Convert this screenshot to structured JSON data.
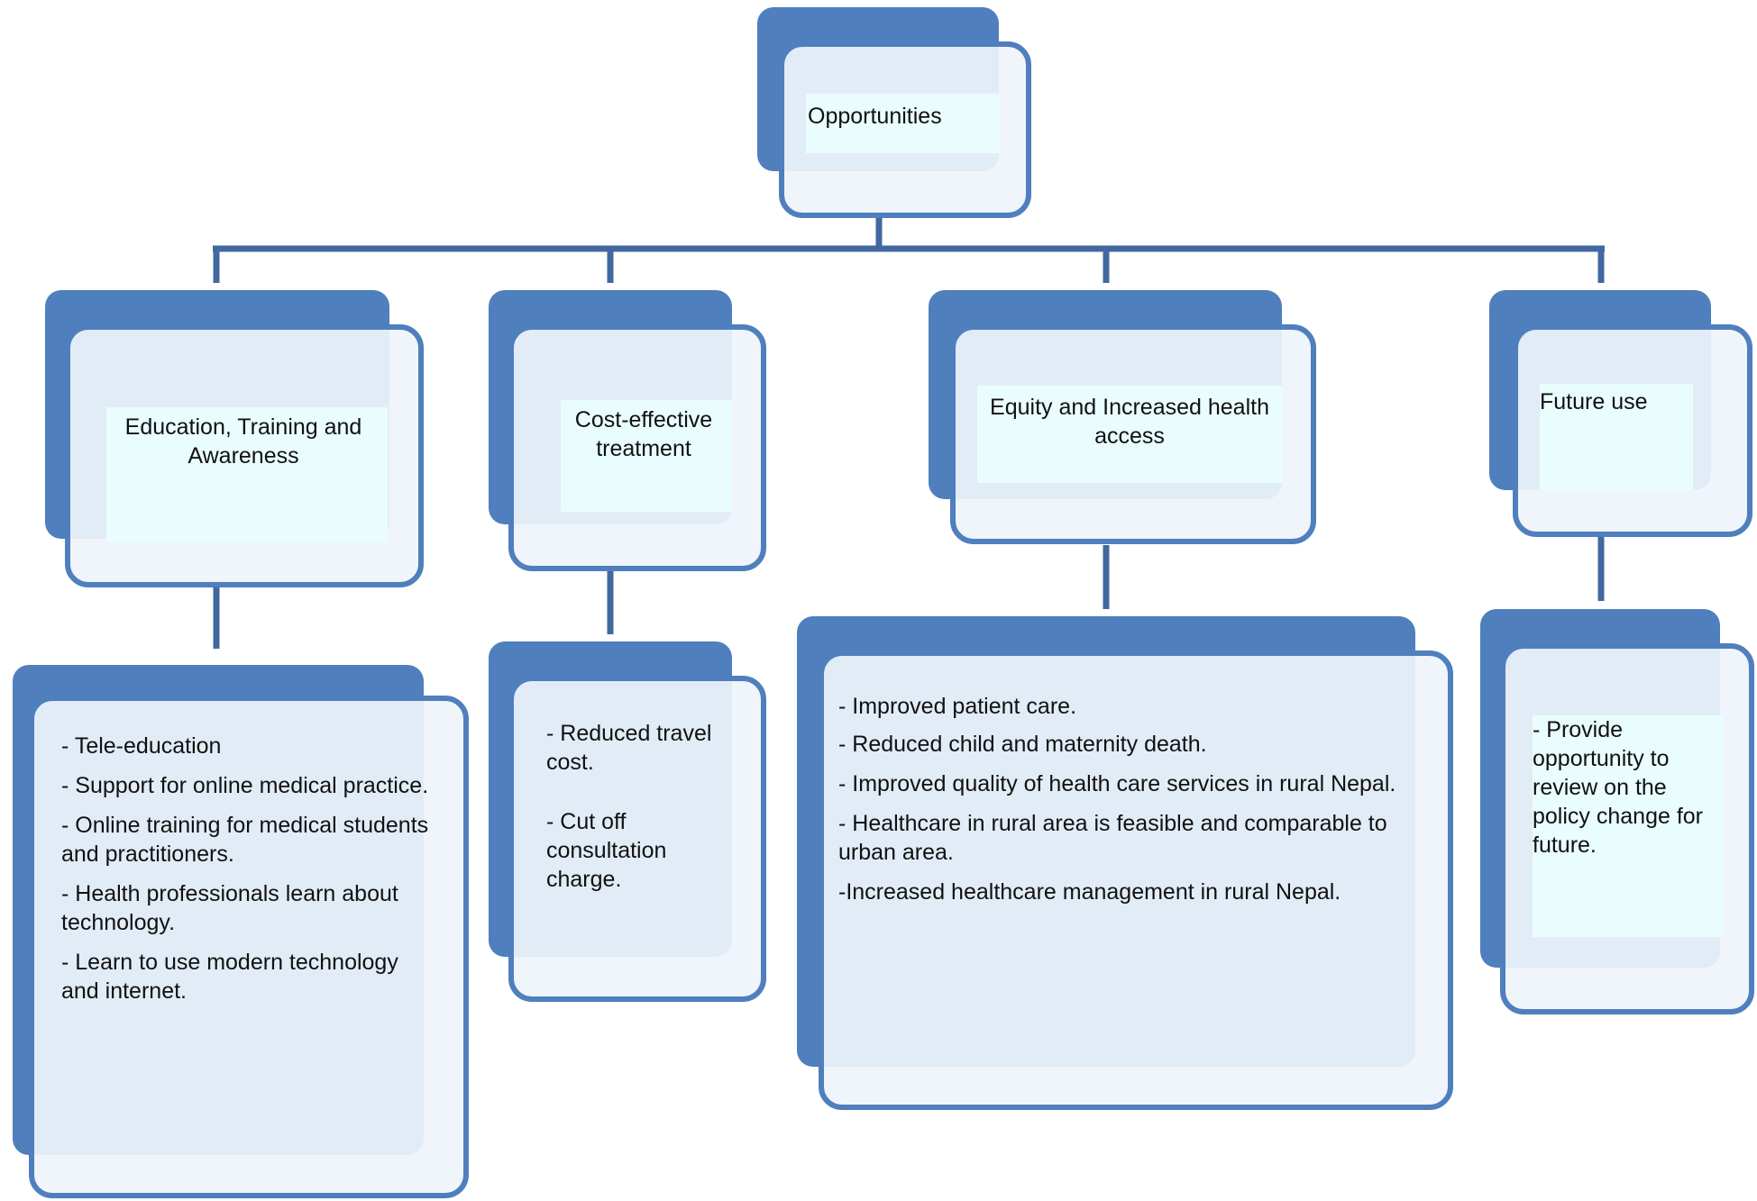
{
  "root": {
    "label": "Opportunities"
  },
  "categories": [
    {
      "label": "Education, Training and Awareness",
      "items": [
        "- Tele-education",
        "- Support for online medical practice.",
        "-  Online training for medical students and practitioners.",
        "- Health professionals learn about technology.",
        "- Learn to use modern technology and internet."
      ]
    },
    {
      "label": "Cost-effective treatment",
      "items": [
        "- Reduced travel cost.",
        "- Cut off consultation charge."
      ]
    },
    {
      "label": "Equity and Increased health access",
      "items": [
        "- Improved patient care.",
        "- Reduced child and maternity death.",
        "-  Improved quality of health care  services in rural Nepal.",
        "- Healthcare in rural area is feasible and comparable to urban area.",
        "-Increased healthcare management in rural Nepal."
      ]
    },
    {
      "label": "Future use",
      "items": [
        "- Provide opportunity to review on the policy change for future."
      ]
    }
  ],
  "colors": {
    "box_blue": "#4f7fbd",
    "connector_blue": "#41699f",
    "panel_fill": "#eef4fa",
    "label_tint": "#eafdfe"
  }
}
